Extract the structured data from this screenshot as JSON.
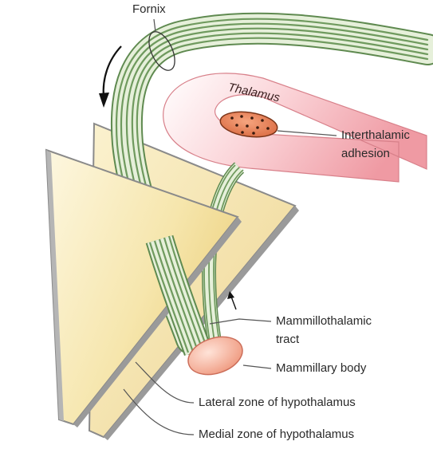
{
  "labels": {
    "fornix": "Fornix",
    "thalamus": "Thalamus",
    "interthalamic_line1": "Interthalamic",
    "interthalamic_line2": "adhesion",
    "mammillothalamic_line1": "Mammillothalamic",
    "mammillothalamic_line2": "tract",
    "mammillary_body": "Mammillary body",
    "lateral_zone": "Lateral zone of hypothalamus",
    "medial_zone": "Medial zone of hypothalamus"
  },
  "colors": {
    "thalamus_pink": "#f0a0a8",
    "fiber_green": "#6f9a5e",
    "fiber_light": "#dfecd2",
    "plane_yellow": "#f4e3a6",
    "mammillary_pink": "#f2a78f",
    "adhesion_orange": "#e27f58"
  }
}
